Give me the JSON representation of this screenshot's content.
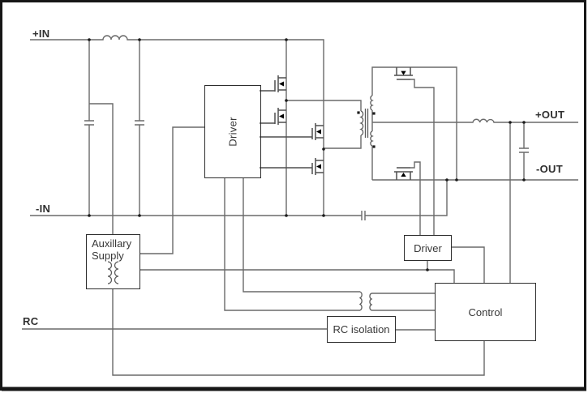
{
  "diagram": {
    "io_labels": {
      "pos_in": "+IN",
      "neg_in": "-IN",
      "rc": "RC",
      "pos_out": "+OUT",
      "neg_out": "-OUT"
    },
    "blocks": {
      "driver_primary": {
        "label": "Driver"
      },
      "aux_supply": {
        "label_line1": "Auxillary",
        "label_line2": "Supply"
      },
      "driver_secondary": {
        "label": "Driver"
      },
      "control": {
        "label": "Control"
      },
      "rc_isolation": {
        "label": "RC isolation"
      }
    },
    "colors": {
      "background": "#ffffff",
      "wire": "#6a6a6a",
      "block_border": "#2d2d2d",
      "text": "#383838",
      "frame": "#161616",
      "symbol_fill": "#000000"
    }
  }
}
